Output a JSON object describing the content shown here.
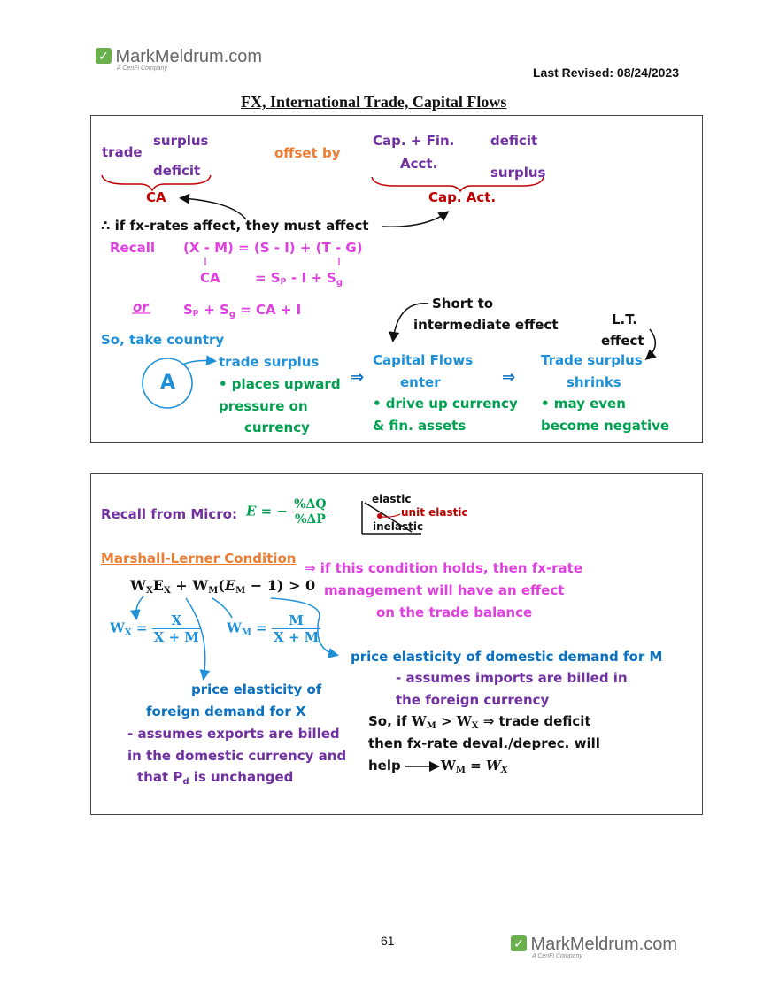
{
  "header": {
    "logo_text": "MarkMeldrum.com",
    "logo_tagline": "A CeriFi Company",
    "last_revised": "Last Revised: 08/24/2023",
    "title": "FX, International Trade, Capital Flows"
  },
  "box1": {
    "trade": "trade",
    "surplus": "surplus",
    "deficit": "deficit",
    "ca": "CA",
    "offset_by": "offset by",
    "cap_fin_1": "Cap. + Fin.",
    "cap_fin_2": "Acct.",
    "deficit_r": "deficit",
    "surplus_r": "surplus",
    "cap_act": "Cap. Act.",
    "therefore_line": "∴ if fx-rates affect, they must affect",
    "recall": "Recall",
    "identity": "(X - M) = (S - I) + (T - G)",
    "ca_label": "CA",
    "ca_eq_rhs": "= Sₚ - I + S",
    "ca_eq_sub": "g",
    "or_label": "or",
    "sp_sg_lhs": "Sₚ + S",
    "sp_sg_sub": "g",
    "sp_sg_rhs": " = CA + I",
    "so_take_country": "So, take country",
    "country": "A",
    "trade_surplus": "trade surplus",
    "places_upward": "• places upward",
    "pressure_on": "pressure on",
    "currency": "currency",
    "arrow1": "⇒",
    "short_to": "Short to",
    "intermediate_effect": "intermediate effect",
    "capital_flows": "Capital Flows",
    "enter": "enter",
    "drive_up": "• drive up currency",
    "fin_assets": "& fin. assets",
    "arrow2": "⇒",
    "lt": "L.T.",
    "effect": "effect",
    "trade_surplus_r": "Trade surplus",
    "shrinks": "shrinks",
    "may_even": "• may even",
    "become_negative": "become negative"
  },
  "box2": {
    "recall_micro": "Recall from Micro:",
    "e_lhs": "E = −",
    "e_num": "%ΔQ",
    "e_den": "%ΔP",
    "elastic": "elastic",
    "unit_elastic": "unit elastic",
    "inelastic": "inelastic",
    "ml_condition": "Marshall-Lerner Condition",
    "if_condition_1": "⇒ if this condition holds, then fx-rate",
    "if_condition_2": "management will have an effect",
    "if_condition_3": "on the trade balance",
    "ml_formula": {
      "w": "W",
      "x": "X",
      "e": "E",
      "m": "M",
      "plus": " + ",
      "open": "(",
      "minus_one": " − 1) > 0"
    },
    "wx_lhs": "W",
    "wx_sub": "X",
    "wx_eq": " = ",
    "wx_num": "X",
    "wx_den": "X + M",
    "wm_lhs": "W",
    "wm_sub": "M",
    "wm_eq": " = ",
    "wm_num": "M",
    "wm_den": "X + M",
    "price_domestic": "price elasticity of domestic demand for M",
    "assumes_imports_1": "- assumes imports are billed in",
    "assumes_imports_2": "the foreign currency",
    "so_if": "So, if ",
    "so_if_rest": " ⇒ trade deficit",
    "then_fx": "then fx-rate deval./deprec. will",
    "help": "help",
    "price_foreign_1": "price elasticity of",
    "price_foreign_2": "foreign demand for X",
    "assumes_exports_1": "- assumes exports are billed",
    "assumes_exports_2": "in the domestic currency and",
    "assumes_exports_3": "that P",
    "assumes_exports_sub": "d",
    "assumes_exports_4": " is unchanged"
  },
  "footer": {
    "page_number": "61",
    "logo_text": "MarkMeldrum.com",
    "logo_tagline": "A CeriFi Company"
  },
  "colors": {
    "purple": "#7030a0",
    "orange": "#ed7d31",
    "red": "#c00000",
    "magenta": "#e040e0",
    "blue": "#1e90d8",
    "green": "#00a050",
    "logo_green": "#6ab04c"
  }
}
